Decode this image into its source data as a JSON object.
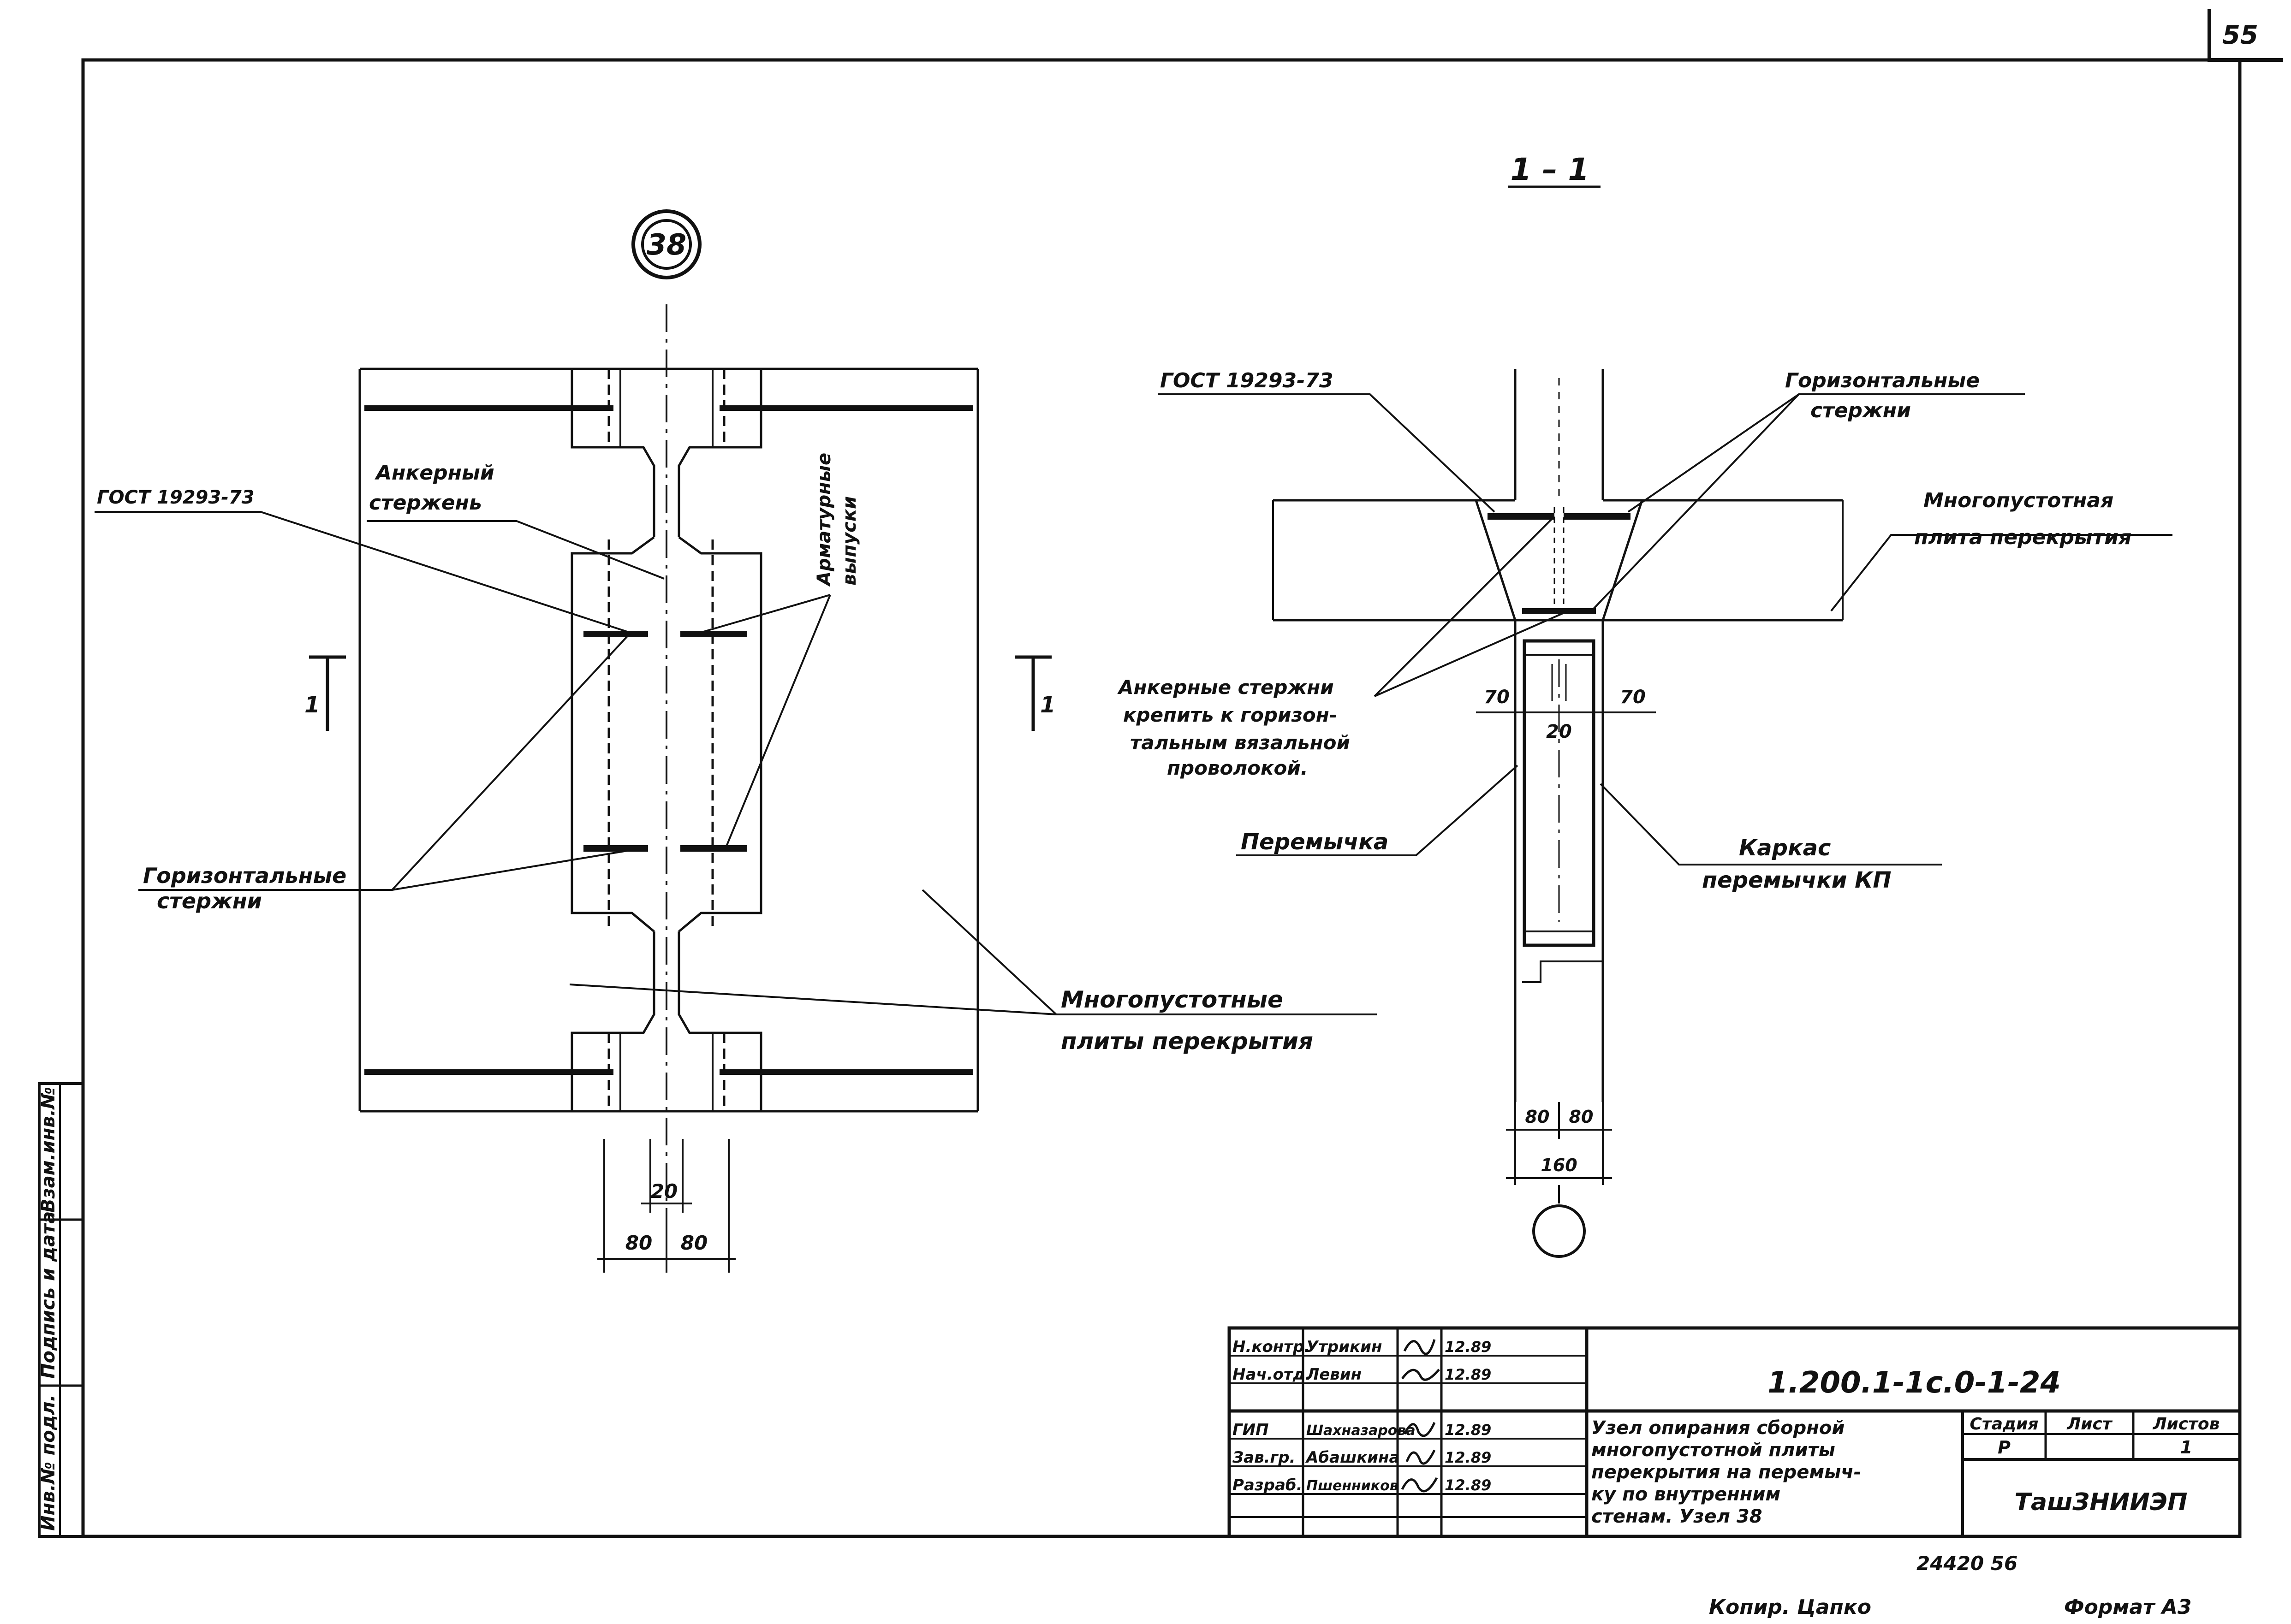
{
  "sheet_number": "55",
  "node_marker": "38",
  "section_title": "1 – 1",
  "plan": {
    "cut_mark": "1",
    "gost_label": "ГОСТ 19293-73",
    "anchor_label_1": "Анкерный",
    "anchor_label_2": "стержень",
    "rebar_label_1": "Арматурные",
    "rebar_label_2": "выпуски",
    "horizontal_label_1": "Горизонтальные",
    "horizontal_label_2": "стержни",
    "slabs_label_1": "Многопустотные",
    "slabs_label_2": "плиты перекрытия",
    "dim_20": "20",
    "dim_80": "80"
  },
  "section": {
    "gost_label": "ГОСТ 19293-73",
    "horizontal_label_1": "Горизонтальные",
    "horizontal_label_2": "стержни",
    "slab_label_1": "Многопустотная",
    "slab_label_2": "плита перекрытия",
    "anchor_note_1": "Анкерные стержни",
    "anchor_note_2": "крепить к горизон-",
    "anchor_note_3": "тальным вязальной",
    "anchor_note_4": "проволокой.",
    "lintel_label": "Перемычка",
    "cage_label_1": "Каркас",
    "cage_label_2": "перемычки КП",
    "dim_70": "70",
    "dim_20": "20",
    "dim_80": "80",
    "dim_160": "160"
  },
  "side_stamp": {
    "col1": "Инв.№ подл.",
    "col2": "Подпись и дата",
    "col3": "Взам.инв.№"
  },
  "title_block": {
    "roles": [
      "Н.контр.",
      "Нач.отд.",
      "ГИП",
      "Зав.гр.",
      "Разраб."
    ],
    "names": [
      "Утрикин",
      "Левин",
      "Шахназарова",
      "Абашкина",
      "Пшенников"
    ],
    "dates": [
      "12.89",
      "12.89",
      "12.89",
      "12.89",
      "12.89"
    ],
    "doc_code": "1.200.1-1с.0-1-24",
    "description_1": "Узел опирания сборной",
    "description_2": "многопустотной плиты",
    "description_3": "перекрытия на перемыч-",
    "description_4": "ку по внутренним",
    "description_5": "стенам.  Узел 38",
    "stage_header": "Стадия",
    "sheet_header": "Лист",
    "sheets_header": "Листов",
    "stage_value": "Р",
    "sheet_value": "",
    "sheets_value": "1",
    "organization": "ТашЗНИИЭП"
  },
  "bottom": {
    "order_number": "24420   56",
    "copier": "Копир. Цапко",
    "format": "Формат А3"
  }
}
